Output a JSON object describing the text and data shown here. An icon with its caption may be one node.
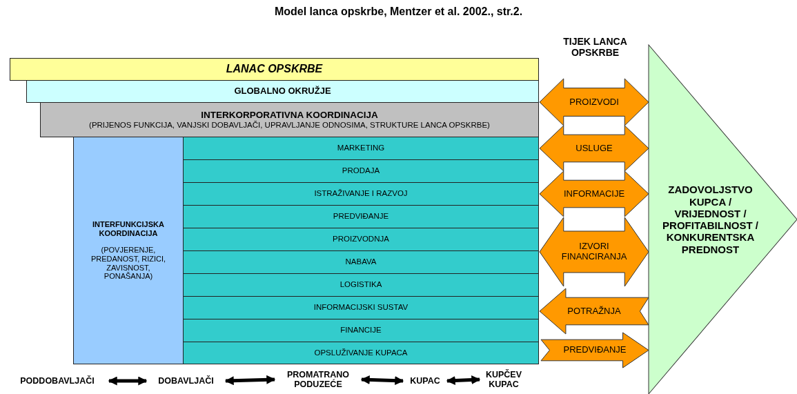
{
  "diagram": {
    "title": "Model lanca opskrbe, Mentzer et al. 2002., str.2.",
    "nodes": [
      {
        "text": [
          "LANAC OPSKRBE"
        ]
      },
      {
        "text": [
          "GLOBALNO OKRUŽJE"
        ]
      },
      {
        "text": [
          "INTERKORPORATIVNA KOORDINACIJA",
          "(PRIJENOS FUNKCIJA, VANJSKI DOBAVLJAČI, UPRAVLJANJE ODNOSIMA, STRUKTURE LANCA OPSKRBE)"
        ]
      },
      {
        "text": [
          "INTERFUNKCIJSKA KOORDINACIJA",
          "(POVJERENJE, PREDANOST, RIZICI, ZAVISNOST, PONAŠANJA)"
        ]
      },
      {
        "text": [
          "MARKETING"
        ]
      },
      {
        "text": [
          "PRODAJA"
        ]
      },
      {
        "text": [
          "ISTRAŽIVANJE I RAZVOJ"
        ]
      },
      {
        "text": [
          "PREDVIĐANJE"
        ]
      },
      {
        "text": [
          "PROIZVODNJA"
        ]
      },
      {
        "text": [
          "NABAVA"
        ]
      },
      {
        "text": [
          "LOGISTIKA"
        ]
      },
      {
        "text": [
          "INFORMACIJSKI SUSTAV"
        ]
      },
      {
        "text": [
          "FINANCIJE"
        ]
      },
      {
        "text": [
          "OPSLUŽIVANJE KUPACA"
        ]
      },
      {
        "text": [
          "PROIZVODI"
        ]
      },
      {
        "text": [
          "USLUGE"
        ]
      },
      {
        "text": [
          "INFORMACIJE"
        ]
      },
      {
        "text": [
          "IZVORI FINANCIRANJA"
        ]
      },
      {
        "text": [
          "POTRAŽNJA"
        ]
      },
      {
        "text": [
          "PREDVIĐANJE"
        ]
      },
      {
        "text": [
          "ZADOVOLJSTVO KUPCA / VRIJEDNOST / PROFITABILNOST / KONKURENTSKA PREDNOST"
        ]
      },
      {
        "text": [
          "PODDOBAVLJAČI"
        ]
      },
      {
        "text": [
          "DOBAVLJAČI"
        ]
      },
      {
        "text": [
          "PROMATRANO PODUZEĆE"
        ]
      },
      {
        "text": [
          "KUPAC"
        ]
      },
      {
        "text": [
          "KUPČEV KUPAC"
        ]
      }
    ],
    "edges": [
      {
        "from": 21,
        "to": 22,
        "arrow": "both"
      },
      {
        "from": 22,
        "to": 23,
        "arrow": "both"
      },
      {
        "from": 23,
        "to": 24,
        "arrow": "both"
      },
      {
        "from": 24,
        "to": 25,
        "arrow": "both"
      }
    ],
    "labels": [
      "TIJEK LANCA OPSKRBE"
    ]
  }
}
